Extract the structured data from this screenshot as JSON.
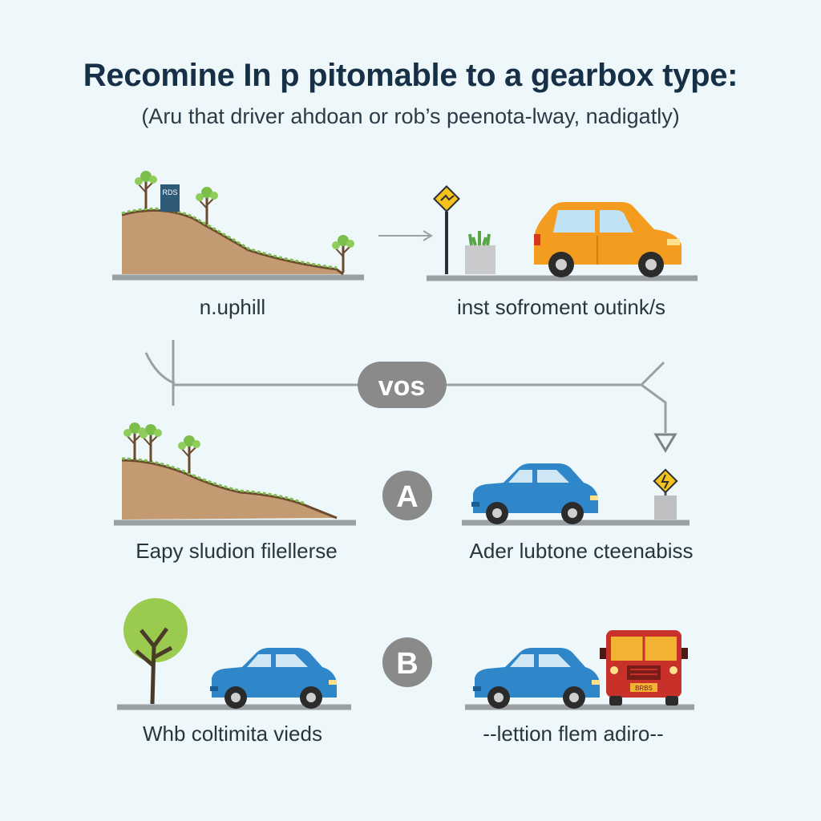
{
  "header": {
    "title": "Recomine In p pitomable to a gearbox type:",
    "subtitle": "(Aru that driver ahdoan or rob’s peenota-lway, nadigatly)"
  },
  "scene_texts": {
    "sign_label": "RDS",
    "bus_plate": "BRBS"
  },
  "row1": {
    "left_caption": "n.uphill",
    "right_caption": "inst sofroment outink/s"
  },
  "divider": {
    "vs_label": "vos"
  },
  "row2": {
    "badge": "A",
    "left_caption": "Eapy sludion filellerse",
    "right_caption": "Ader lubtone cteenabiss"
  },
  "row3": {
    "badge": "B",
    "left_caption": "Whb coltimita vieds",
    "right_caption": "--lettion flem adiro--"
  },
  "colors": {
    "title": "#163047",
    "background": "#eef8fa",
    "hill_soil": "#c49a72",
    "hill_edge": "#6b4a2e",
    "grass": "#7bbf4a",
    "road": "#9aa0a4",
    "orange_car": "#f39c1f",
    "blue_car": "#2f86c8",
    "bus_red": "#c8302a",
    "bus_yellow": "#f3b332",
    "badge_gray": "#8a8a8a",
    "sign_yellow": "#f6c21c",
    "tree_canopy": "#9bcb4e"
  },
  "icons": [
    "hill-icon",
    "tree-icon",
    "signboard-icon",
    "warning-sign-icon",
    "planter-icon",
    "hatchback-car-icon",
    "bus-icon",
    "arrow-icon"
  ]
}
